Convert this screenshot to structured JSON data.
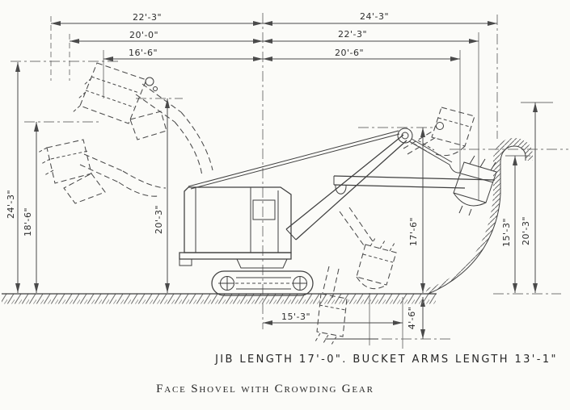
{
  "colors": {
    "paper": "#fbfbf8",
    "ink": "#3f3f3f",
    "construction_gray": "#8f8f8f"
  },
  "dimensions": {
    "horizontal_left_of_center": [
      "22'-3\"",
      "20'-0\"",
      "16'-6\""
    ],
    "horizontal_right_of_center": [
      "24'-3\"",
      "22'-3\"",
      "20'-6\""
    ],
    "vertical_left": [
      "24'-3\"",
      "18'-6\"",
      "20'-3\""
    ],
    "vertical_right": [
      "17'-6\"",
      "15'-3\"",
      "20'-3\""
    ],
    "bottom_radius": "15'-3\"",
    "digging_depth": "4'-6\""
  },
  "captions": {
    "spec_line": "JIB LENGTH 17'-0\".  BUCKET ARMS LENGTH 13'-1\"",
    "title": "Face Shovel with Crowding Gear"
  }
}
